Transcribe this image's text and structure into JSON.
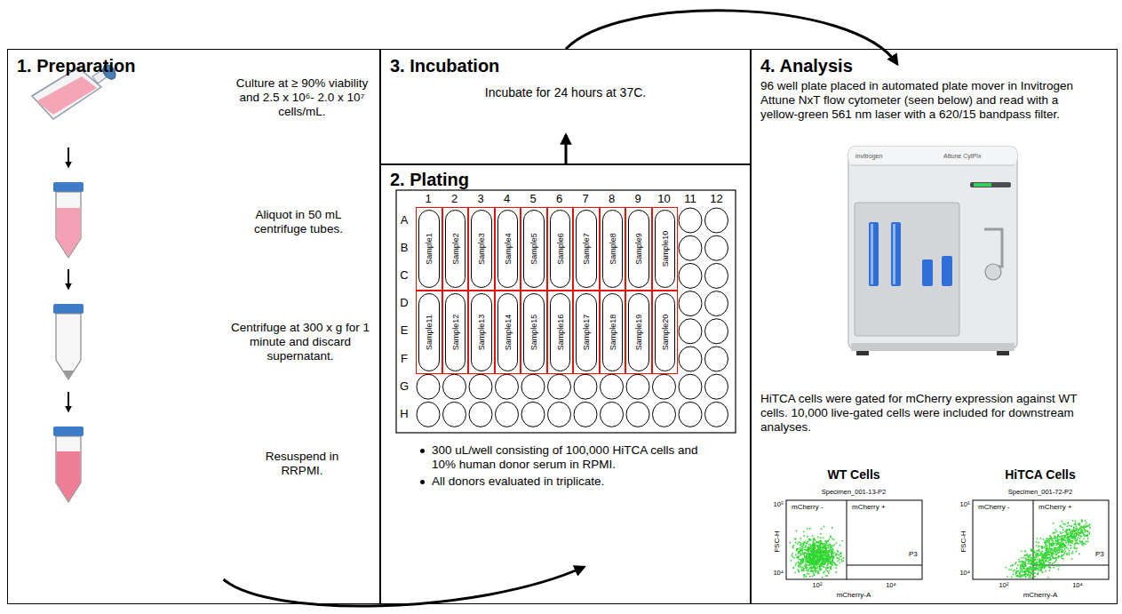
{
  "diagram": {
    "nodes": [
      {
        "text": [
          "1. Preparation"
        ]
      },
      {
        "text": [
          "3. Incubation",
          "Incubate for 24 hours at 37C."
        ]
      },
      {
        "text": [
          "2. Plating",
          "300 uL/well consisting of 100,000 HiTCA cells and 10% human donor serum in RPMI.",
          "All donors evaluated in triplicate."
        ]
      },
      {
        "text": [
          "Sample1"
        ],
        "in": 2
      },
      {
        "text": [
          "Sample2"
        ],
        "in": 2
      },
      {
        "text": [
          "Sample3"
        ],
        "in": 2
      },
      {
        "text": [
          "Sample4"
        ],
        "in": 2
      },
      {
        "text": [
          "Sample5"
        ],
        "in": 2
      },
      {
        "text": [
          "Sample6"
        ],
        "in": 2
      },
      {
        "text": [
          "Sample7"
        ],
        "in": 2
      },
      {
        "text": [
          "Sample8"
        ],
        "in": 2
      },
      {
        "text": [
          "Sample9"
        ],
        "in": 2
      },
      {
        "text": [
          "Sample10"
        ],
        "in": 2
      },
      {
        "text": [
          "Sample11"
        ],
        "in": 2
      },
      {
        "text": [
          "Sample12"
        ],
        "in": 2
      },
      {
        "text": [
          "Sample13"
        ],
        "in": 2
      },
      {
        "text": [
          "Sample14"
        ],
        "in": 2
      },
      {
        "text": [
          "Sample15"
        ],
        "in": 2
      },
      {
        "text": [
          "Sample16"
        ],
        "in": 2
      },
      {
        "text": [
          "Sample17"
        ],
        "in": 2
      },
      {
        "text": [
          "Sample18"
        ],
        "in": 2
      },
      {
        "text": [
          "Sample19"
        ],
        "in": 2
      },
      {
        "text": [
          "Sample20"
        ],
        "in": 2
      },
      {
        "text": [
          "4. Analysis",
          "96 well plate placed in automated plate mover in Invitrogen Attune NxT flow cytometer (seen below) and read with a yellow-green 561 nm laser with a 620/15 bandpass filter.",
          "HiTCA cells were gated for mCherry expression against WT cells. 10,000 live-gated cells were included for downstream analyses."
        ]
      }
    ],
    "edges": [
      {
        "from": 0,
        "to": 2,
        "arrow": "to"
      },
      {
        "from": 2,
        "to": 1,
        "arrow": "to"
      },
      {
        "from": 1,
        "to": 23,
        "arrow": "to"
      }
    ],
    "labels": [
      "Culture at ≥ 90% viability and 2.5 x 10⁶- 2.0 x 10⁷ cells/mL.",
      "Aliquot in 50 mL centrifuge tubes.",
      "Centrifuge at 300 x g for 1 minute and discard supernatant.",
      "Resuspend in RRPMI.",
      "1",
      "2",
      "3",
      "4",
      "5",
      "6",
      "7",
      "8",
      "9",
      "10",
      "11",
      "12",
      "A",
      "B",
      "C",
      "D",
      "E",
      "F",
      "G",
      "H",
      "invitrogen",
      "Attune CytPix",
      "WT Cells",
      "HiTCA Cells",
      "Specimen_001-13-P2",
      "mCherry -",
      "mCherry +",
      "P3",
      "FSC-H",
      "mCherry-A",
      "10⁵",
      "10⁴",
      "10²",
      "10⁴",
      "Specimen_001-72-P2",
      "mCherry -",
      "mCherry +",
      "P3",
      "FSC-H",
      "mCherry-A",
      "10⁵",
      "10⁴",
      "10²",
      "10⁴"
    ]
  }
}
